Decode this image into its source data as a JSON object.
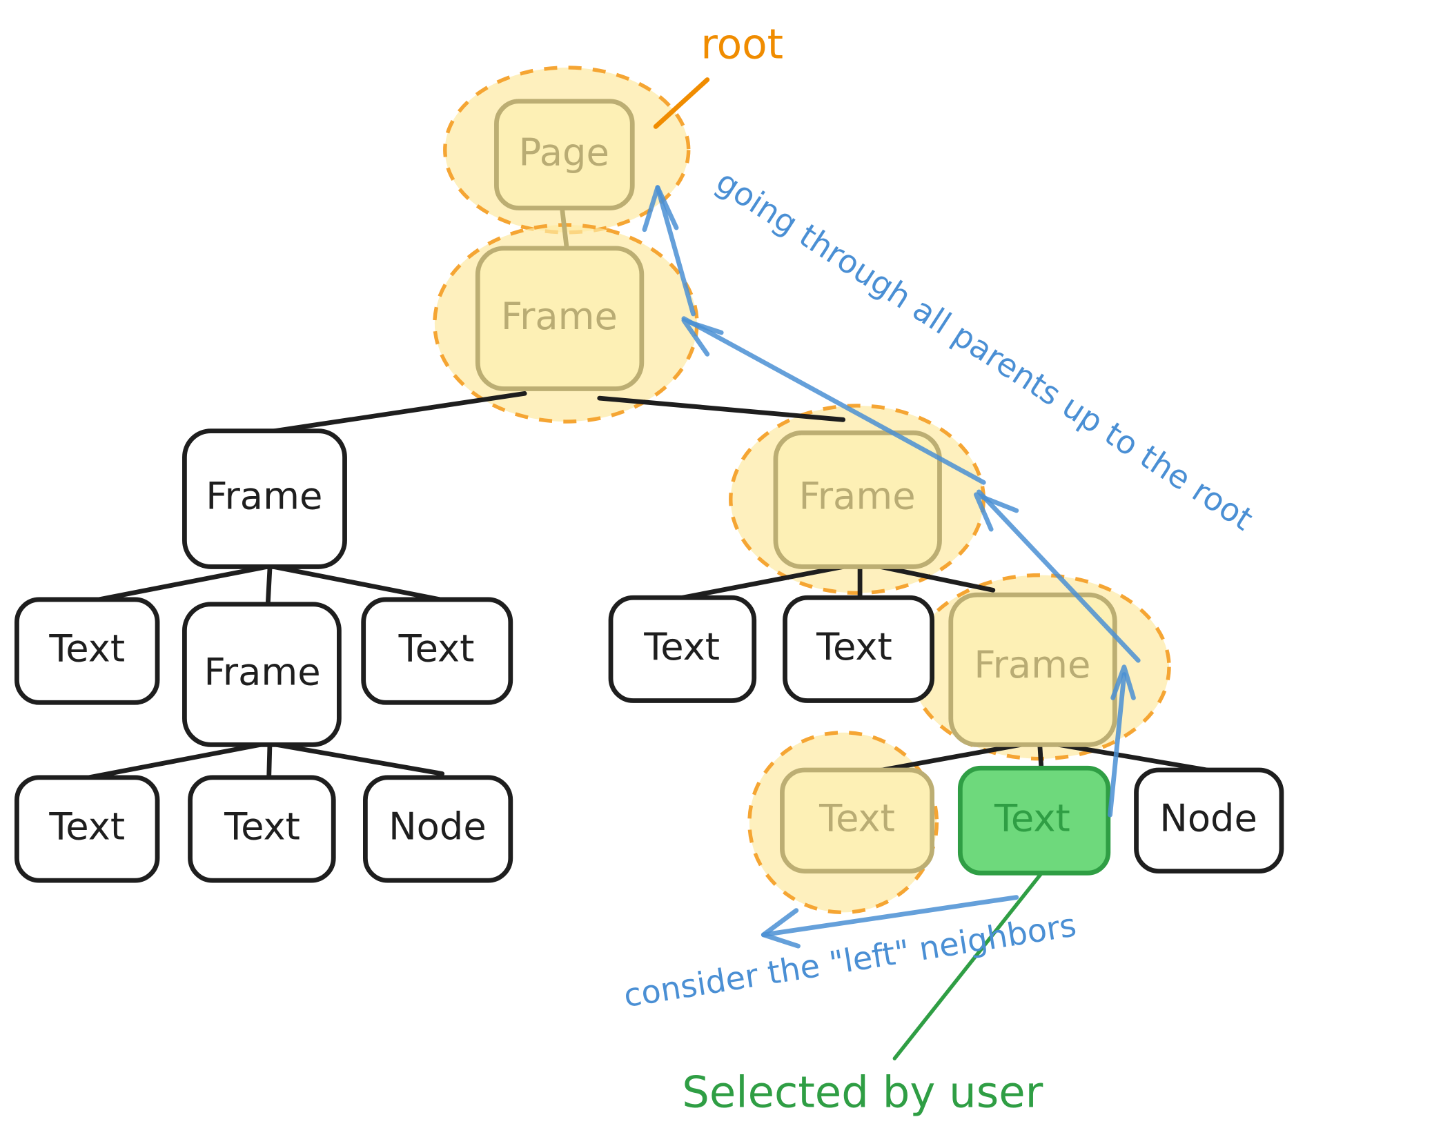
{
  "diagram": {
    "title": "Tree traversal: selected node, left neighbors and parents up to the root",
    "colors": {
      "stroke": "#1e1e1e",
      "highlight_fill": "#fdf0b5",
      "highlight_dash": "#f5a533",
      "selected_fill": "#6ed97c",
      "selected_stroke": "#2f9e44",
      "arrow": "#4a8fd4",
      "root_label": "#f08c00"
    },
    "nodes": {
      "page": {
        "label": "Page",
        "state": "highlighted"
      },
      "frame_root": {
        "label": "Frame",
        "state": "highlighted"
      },
      "frame_left": {
        "label": "Frame",
        "state": "normal"
      },
      "text_l1": {
        "label": "Text",
        "state": "normal"
      },
      "frame_l2": {
        "label": "Frame",
        "state": "normal"
      },
      "text_l3": {
        "label": "Text",
        "state": "normal"
      },
      "text_l4": {
        "label": "Text",
        "state": "normal"
      },
      "text_l5": {
        "label": "Text",
        "state": "normal"
      },
      "node_l6": {
        "label": "Node",
        "state": "normal"
      },
      "frame_right": {
        "label": "Frame",
        "state": "highlighted"
      },
      "text_r1": {
        "label": "Text",
        "state": "normal"
      },
      "text_r2": {
        "label": "Text",
        "state": "normal"
      },
      "frame_r3": {
        "label": "Frame",
        "state": "highlighted"
      },
      "text_r4": {
        "label": "Text",
        "state": "highlighted"
      },
      "text_selected": {
        "label": "Text",
        "state": "selected"
      },
      "node_r6": {
        "label": "Node",
        "state": "normal"
      }
    },
    "annotations": {
      "root": "root",
      "parents": "going through all parents up to the root",
      "left_neighbors": "consider the \"left\" neighbors",
      "selected": "Selected by user"
    }
  }
}
